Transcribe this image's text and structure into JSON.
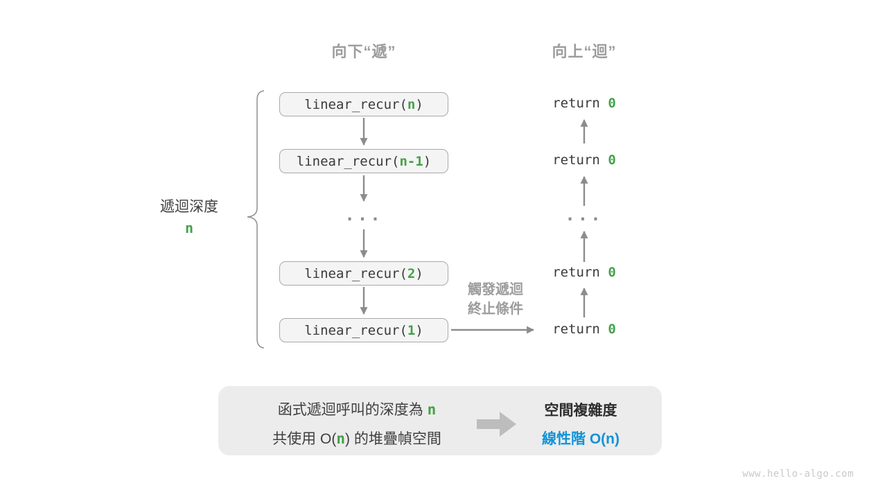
{
  "colors": {
    "green": "#44a148",
    "blue": "#1293d6",
    "gray_label": "#9c9c9c",
    "arrow_gray": "#8c8c8c",
    "box_fill": "#f4f4f4",
    "summary_fill": "#ececec"
  },
  "headers": {
    "down": "向下“遞”",
    "up": "向上“迴”"
  },
  "depth_label": {
    "title": "遞迴深度",
    "value": "n"
  },
  "call_stack": [
    {
      "pre": "linear_recur(",
      "arg": "n",
      "post": ")"
    },
    {
      "pre": "linear_recur(",
      "arg": "n-1",
      "post": ")"
    },
    {
      "pre": "linear_recur(",
      "arg": "2",
      "post": ")"
    },
    {
      "pre": "linear_recur(",
      "arg": "1",
      "post": ")"
    }
  ],
  "ellipsis": "...",
  "returns": [
    {
      "pre": "return ",
      "val": "0"
    },
    {
      "pre": "return ",
      "val": "0"
    },
    {
      "pre": "return ",
      "val": "0"
    },
    {
      "pre": "return ",
      "val": "0"
    }
  ],
  "terminate_label": {
    "line1": "觸發遞迴",
    "line2": "終止條件"
  },
  "summary": {
    "line1_pre": "函式遞迴呼叫的深度為 ",
    "line1_arg": "n",
    "line2_pre": "共使用 O(",
    "line2_arg": "n",
    "line2_post": ") 的堆疊幀空間",
    "result_title": "空間複雜度",
    "result_value": "線性階 O(n)"
  },
  "watermark": "www.hello-algo.com"
}
